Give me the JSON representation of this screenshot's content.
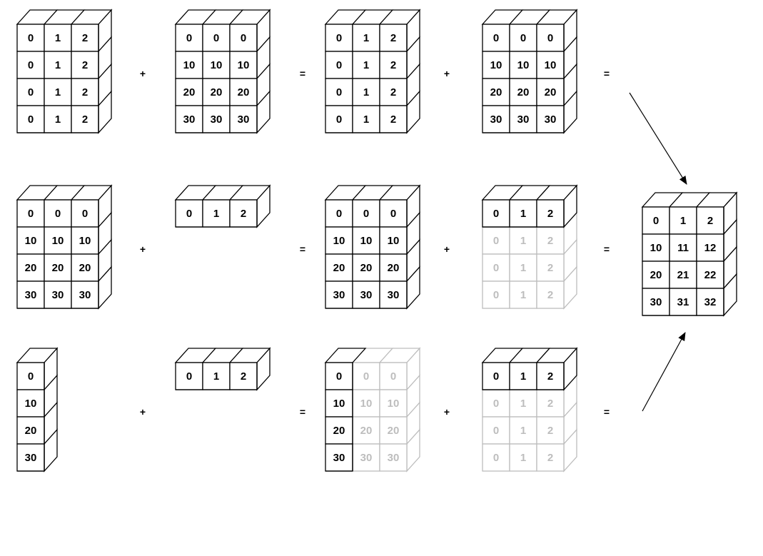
{
  "colors": {
    "solid": "#000000",
    "ghost": "#bdbdbd",
    "background": "#ffffff"
  },
  "rows": [
    {
      "operators": [
        "+",
        "=",
        "+",
        "="
      ],
      "blocks": [
        {
          "name": "row1-a",
          "values": [
            [
              "0",
              "1",
              "2"
            ],
            [
              "0",
              "1",
              "2"
            ],
            [
              "0",
              "1",
              "2"
            ],
            [
              "0",
              "1",
              "2"
            ]
          ],
          "ghost_rows": [],
          "ghost_cols": []
        },
        {
          "name": "row1-b",
          "values": [
            [
              "0",
              "0",
              "0"
            ],
            [
              "10",
              "10",
              "10"
            ],
            [
              "20",
              "20",
              "20"
            ],
            [
              "30",
              "30",
              "30"
            ]
          ],
          "ghost_rows": [],
          "ghost_cols": []
        },
        {
          "name": "row1-c",
          "values": [
            [
              "0",
              "1",
              "2"
            ],
            [
              "0",
              "1",
              "2"
            ],
            [
              "0",
              "1",
              "2"
            ],
            [
              "0",
              "1",
              "2"
            ]
          ],
          "ghost_rows": [],
          "ghost_cols": []
        },
        {
          "name": "row1-d",
          "values": [
            [
              "0",
              "0",
              "0"
            ],
            [
              "10",
              "10",
              "10"
            ],
            [
              "20",
              "20",
              "20"
            ],
            [
              "30",
              "30",
              "30"
            ]
          ],
          "ghost_rows": [],
          "ghost_cols": []
        }
      ]
    },
    {
      "operators": [
        "+",
        "=",
        "+",
        "="
      ],
      "blocks": [
        {
          "name": "row2-a",
          "values": [
            [
              "0",
              "0",
              "0"
            ],
            [
              "10",
              "10",
              "10"
            ],
            [
              "20",
              "20",
              "20"
            ],
            [
              "30",
              "30",
              "30"
            ]
          ],
          "ghost_rows": [],
          "ghost_cols": []
        },
        {
          "name": "row2-b",
          "values": [
            [
              "0",
              "1",
              "2"
            ]
          ],
          "ghost_rows": [],
          "ghost_cols": []
        },
        {
          "name": "row2-c",
          "values": [
            [
              "0",
              "0",
              "0"
            ],
            [
              "10",
              "10",
              "10"
            ],
            [
              "20",
              "20",
              "20"
            ],
            [
              "30",
              "30",
              "30"
            ]
          ],
          "ghost_rows": [],
          "ghost_cols": []
        },
        {
          "name": "row2-d",
          "values": [
            [
              "0",
              "1",
              "2"
            ],
            [
              "0",
              "1",
              "2"
            ],
            [
              "0",
              "1",
              "2"
            ],
            [
              "0",
              "1",
              "2"
            ]
          ],
          "ghost_rows": [
            1,
            2,
            3
          ],
          "ghost_cols": []
        }
      ]
    },
    {
      "operators": [
        "+",
        "=",
        "+",
        "="
      ],
      "blocks": [
        {
          "name": "row3-a",
          "values": [
            [
              "0"
            ],
            [
              "10"
            ],
            [
              "20"
            ],
            [
              "30"
            ]
          ],
          "ghost_rows": [],
          "ghost_cols": []
        },
        {
          "name": "row3-b",
          "values": [
            [
              "0",
              "1",
              "2"
            ]
          ],
          "ghost_rows": [],
          "ghost_cols": []
        },
        {
          "name": "row3-c",
          "values": [
            [
              "0",
              "0",
              "0"
            ],
            [
              "10",
              "10",
              "10"
            ],
            [
              "20",
              "20",
              "20"
            ],
            [
              "30",
              "30",
              "30"
            ]
          ],
          "ghost_rows": [],
          "ghost_cols": [
            1,
            2
          ]
        },
        {
          "name": "row3-d",
          "values": [
            [
              "0",
              "1",
              "2"
            ],
            [
              "0",
              "1",
              "2"
            ],
            [
              "0",
              "1",
              "2"
            ],
            [
              "0",
              "1",
              "2"
            ]
          ],
          "ghost_rows": [
            1,
            2,
            3
          ],
          "ghost_cols": []
        }
      ]
    }
  ],
  "result": {
    "name": "result",
    "values": [
      [
        "0",
        "1",
        "2"
      ],
      [
        "10",
        "11",
        "12"
      ],
      [
        "20",
        "21",
        "22"
      ],
      [
        "30",
        "31",
        "32"
      ]
    ],
    "ghost_rows": [],
    "ghost_cols": []
  }
}
